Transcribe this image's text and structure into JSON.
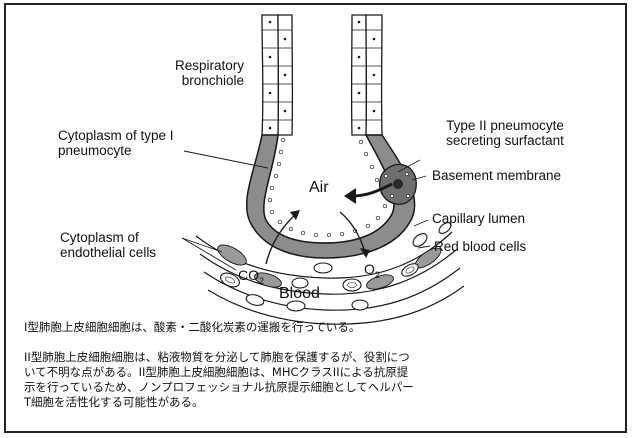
{
  "labels": {
    "respiratory_bronchiole": [
      "Respiratory",
      "bronchiole"
    ],
    "cytoplasm_type1": [
      "Cytoplasm of type I",
      "pneumocyte"
    ],
    "type2": [
      "Type II pneumocyte",
      "secreting surfactant"
    ],
    "basement_membrane": "Basement membrane",
    "air": "Air",
    "capillary_lumen": "Capillary lumen",
    "red_blood_cells": "Red blood cells",
    "cytoplasm_endothelial": [
      "Cytoplasm of",
      "endothelial cells"
    ],
    "co2": "CO",
    "co2_sub": "2",
    "o2": "O",
    "o2_sub": "2",
    "blood": "Blood"
  },
  "caption": {
    "p1": "I型肺胞上皮細胞細胞は、酸素・二酸化炭素の運搬を行っている。",
    "p2": [
      "II型肺胞上皮細胞細胞は、粘液物質を分泌して肺胞を保護するが、役割につ",
      "いて不明な点がある。II型肺胞上皮細胞細胞は、MHCクラスIIによる抗原提",
      "示を行っているため、ノンプロフェッショナル抗原提示細胞としてヘルパー",
      "T細胞を活性化する可能性がある。"
    ]
  },
  "colors": {
    "cytoplasm": "#8c8c8c",
    "line": "#1a1a1a",
    "background": "#ffffff"
  }
}
